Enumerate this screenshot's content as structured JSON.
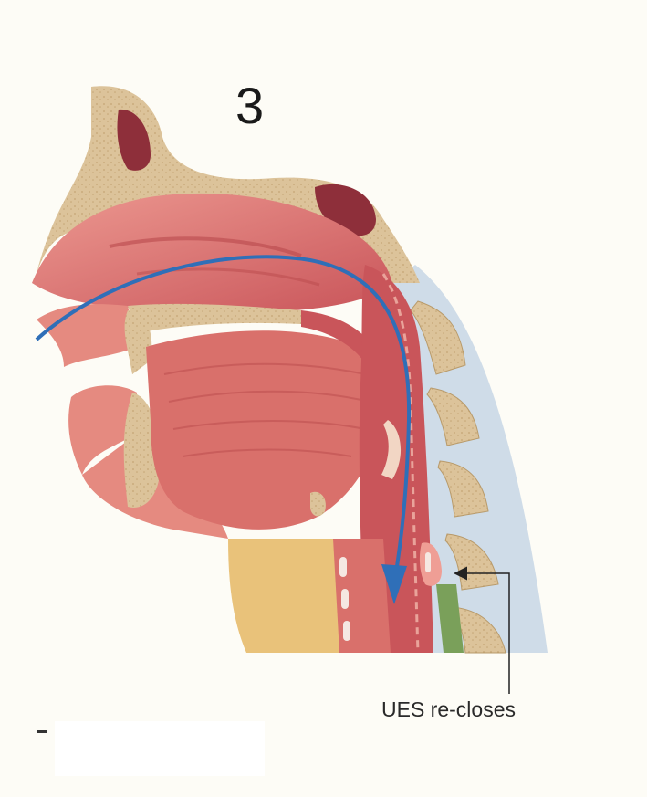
{
  "figure": {
    "step_number": "3",
    "callout_label": "UES re-closes"
  },
  "colors": {
    "background": "#fdfcf6",
    "bone": "#dcc39a",
    "bone_speckle": "#c7a878",
    "tissue": "#d9706b",
    "tissue_dark": "#b94a4c",
    "tissue_light": "#ef9e95",
    "cavity_dark": "#8e2f3a",
    "skin": "#e9c27a",
    "airway_blue": "#cfdce8",
    "flow_arrow": "#2f6fb8",
    "esophagus_green": "#7aa05a",
    "pointer": "#222222"
  },
  "icons": {
    "flow": "bolus-flow-arrow",
    "pointer": "callout-arrow"
  }
}
